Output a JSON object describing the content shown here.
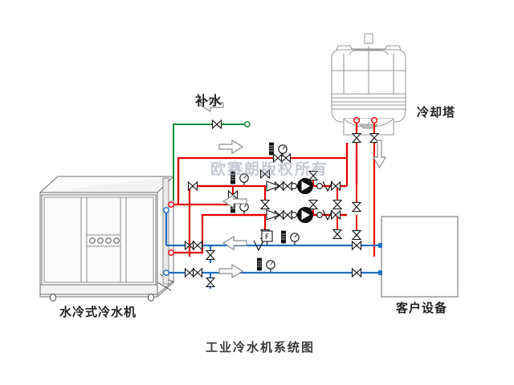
{
  "title": "工业冷水机系统图",
  "watermark": "欧赛朗版权所有",
  "labels": {
    "makeup_water": "补水",
    "cooling_tower": "冷却塔",
    "chiller": "水冷式冷水机",
    "customer_equipment": "客户设备"
  },
  "colors": {
    "condenser_water": "#e60000",
    "chilled_water": "#1f6fc4",
    "makeup_water": "#0f8a35",
    "equipment_outline": "#8a8a8a",
    "text": "#231f20",
    "background": "#ffffff",
    "arrow_fill": "#ffffff",
    "arrow_stroke": "#7a7a7a"
  },
  "components": [
    {
      "name": "cooling-tower",
      "label": "冷却塔",
      "type": "equipment"
    },
    {
      "name": "water-cooled-chiller",
      "label": "水冷式冷水机",
      "type": "equipment"
    },
    {
      "name": "customer-equipment",
      "label": "客户设备",
      "type": "equipment"
    },
    {
      "name": "condenser-pump-1",
      "label": "",
      "type": "pump"
    },
    {
      "name": "condenser-pump-2",
      "label": "",
      "type": "pump"
    },
    {
      "name": "makeup-water-line",
      "label": "补水",
      "type": "pipe"
    }
  ],
  "symbols": {
    "flow_switch": "F",
    "pump_count": 2,
    "gauge_count": 6,
    "thermometer_count": 5,
    "gate_valve_count": 22,
    "check_valve_count": 5
  },
  "flow_arrows": [
    {
      "name": "makeup-water-arrow",
      "direction": "left"
    },
    {
      "name": "condenser-supply-arrow",
      "direction": "right"
    },
    {
      "name": "condenser-return-arrow",
      "direction": "left"
    },
    {
      "name": "tower-supply-arrow",
      "direction": "down"
    },
    {
      "name": "chilled-return-arrow",
      "direction": "left"
    },
    {
      "name": "chilled-supply-arrow",
      "direction": "right"
    }
  ]
}
